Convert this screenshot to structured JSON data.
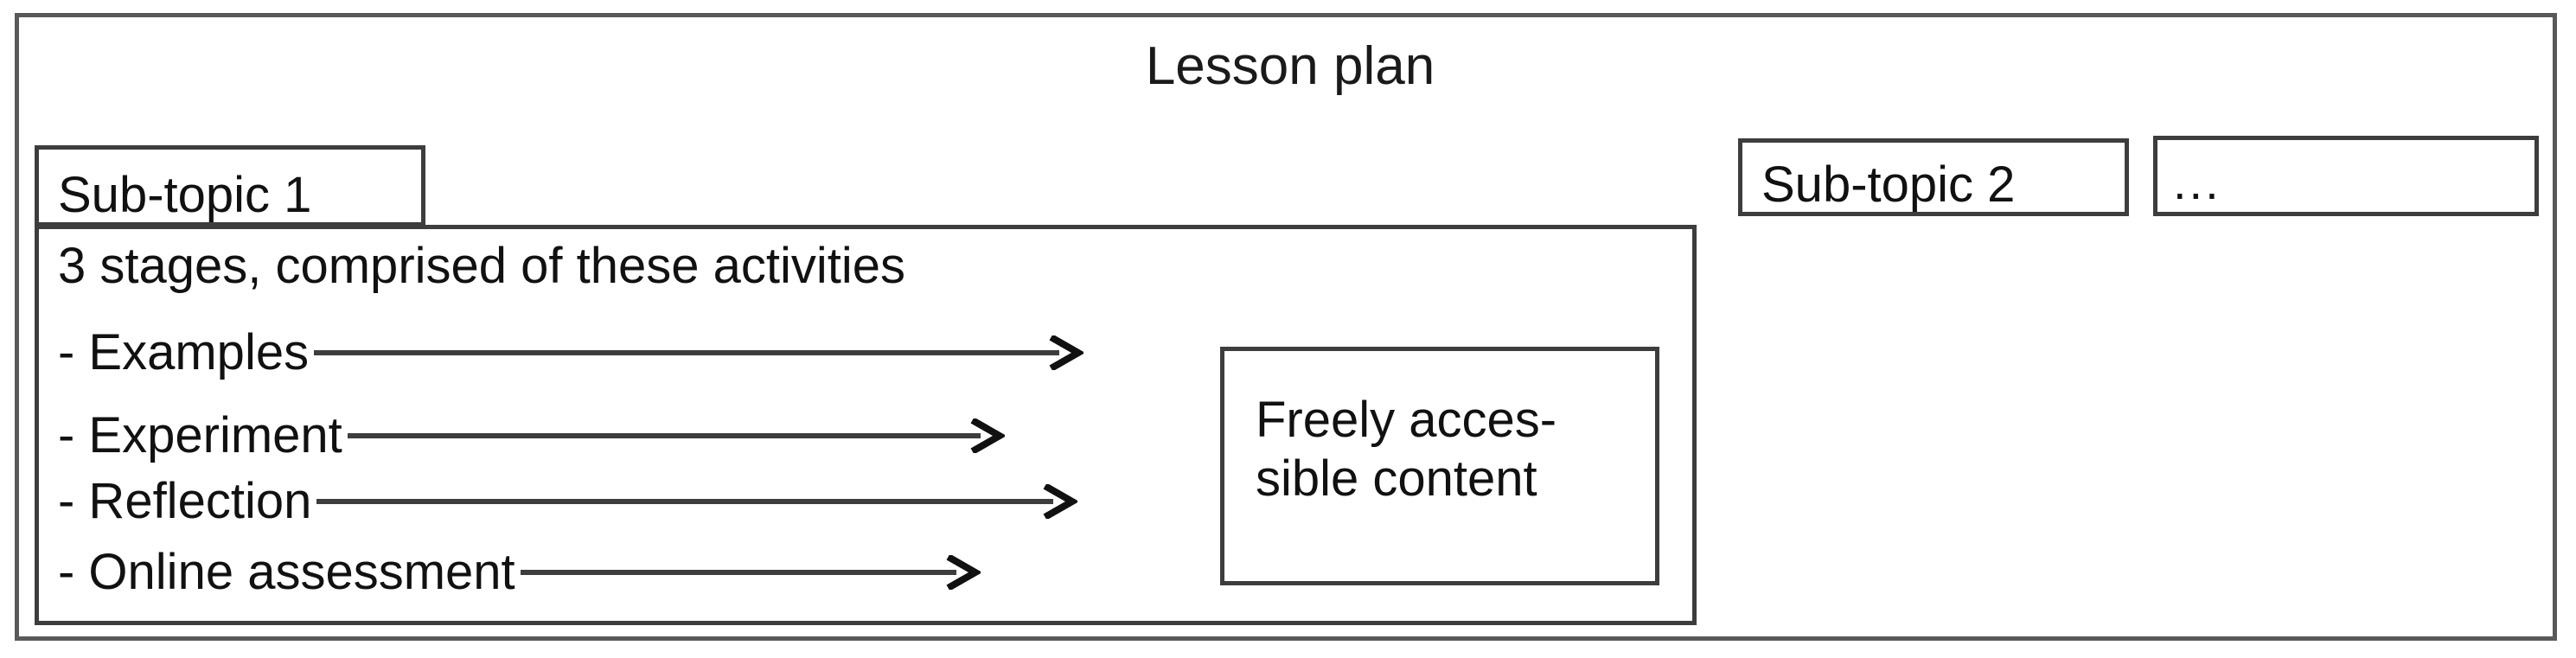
{
  "diagram": {
    "title": "Lesson plan",
    "frame_color": "#595959",
    "box_border_color": "#3d3d3d",
    "text_color": "#111111",
    "background": "#ffffff"
  },
  "tabs": [
    {
      "id": "sub-topic-1",
      "label": "Sub-topic 1"
    },
    {
      "id": "sub-topic-2",
      "label": "Sub-topic 2"
    },
    {
      "id": "more",
      "label": "..."
    }
  ],
  "panel": {
    "heading": "3 stages, comprised of these activities",
    "activities": [
      {
        "label": "- Examples",
        "arrow_width": 890
      },
      {
        "label": "- Experiment",
        "arrow_width": 760
      },
      {
        "label": "- Reflection",
        "arrow_width": 880
      },
      {
        "label": "- Online assessment",
        "arrow_width": 532
      }
    ]
  },
  "content_box": {
    "text": "Freely acces-\nsible content"
  }
}
